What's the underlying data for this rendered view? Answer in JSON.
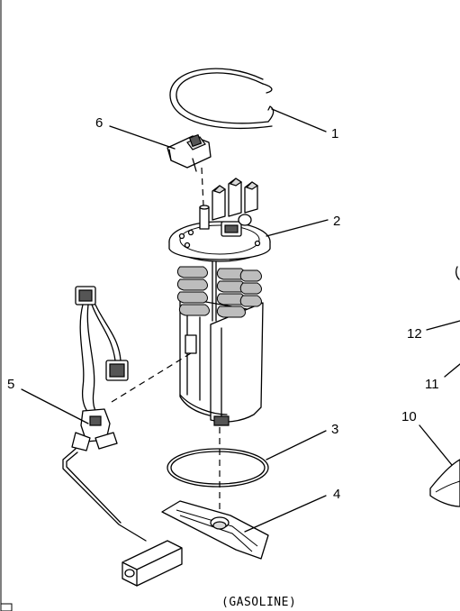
{
  "diagram": {
    "callouts": {
      "c1": "1",
      "c2": "2",
      "c3": "3",
      "c4": "4",
      "c5": "5",
      "c6": "6",
      "c10": "10",
      "c11": "11",
      "c12": "12"
    },
    "caption": "(GASOLINE)"
  }
}
